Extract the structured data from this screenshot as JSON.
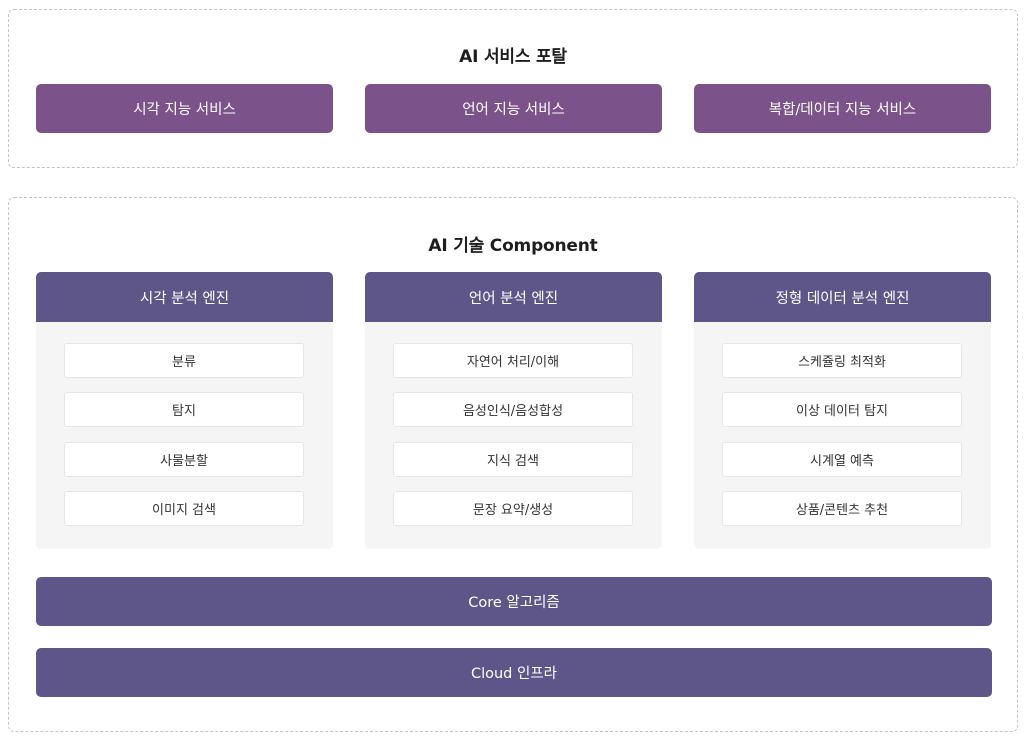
{
  "services": {
    "title": "AI 서비스 포탈",
    "items": [
      {
        "label": "시각 지능 서비스"
      },
      {
        "label": "언어 지능 서비스"
      },
      {
        "label": "복합/데이터 지능 서비스"
      }
    ]
  },
  "tech": {
    "title": "AI 기술 Component",
    "engines": [
      {
        "title": "시각 분석 엔진",
        "items": [
          "분류",
          "탐지",
          "사물분할",
          "이미지 검색"
        ]
      },
      {
        "title": "언어 분석 엔진",
        "items": [
          "자연어 처리/이해",
          "음성인식/음성합성",
          "지식 검색",
          "문장 요약/생성"
        ]
      },
      {
        "title": "정형 데이터 분석 엔진",
        "items": [
          "스케쥴링 최적화",
          "이상 데이터 탐지",
          "시계열 예측",
          "상품/콘텐츠 추천"
        ]
      }
    ],
    "core_label": "Core 알고리즘",
    "cloud_label": "Cloud 인프라"
  },
  "colors": {
    "service_button": "#7b5289",
    "engine_header": "#5e5688",
    "layer_bar": "#5e5688",
    "engine_body": "#f5f5f5",
    "panel_border": "#c4c4c4"
  }
}
